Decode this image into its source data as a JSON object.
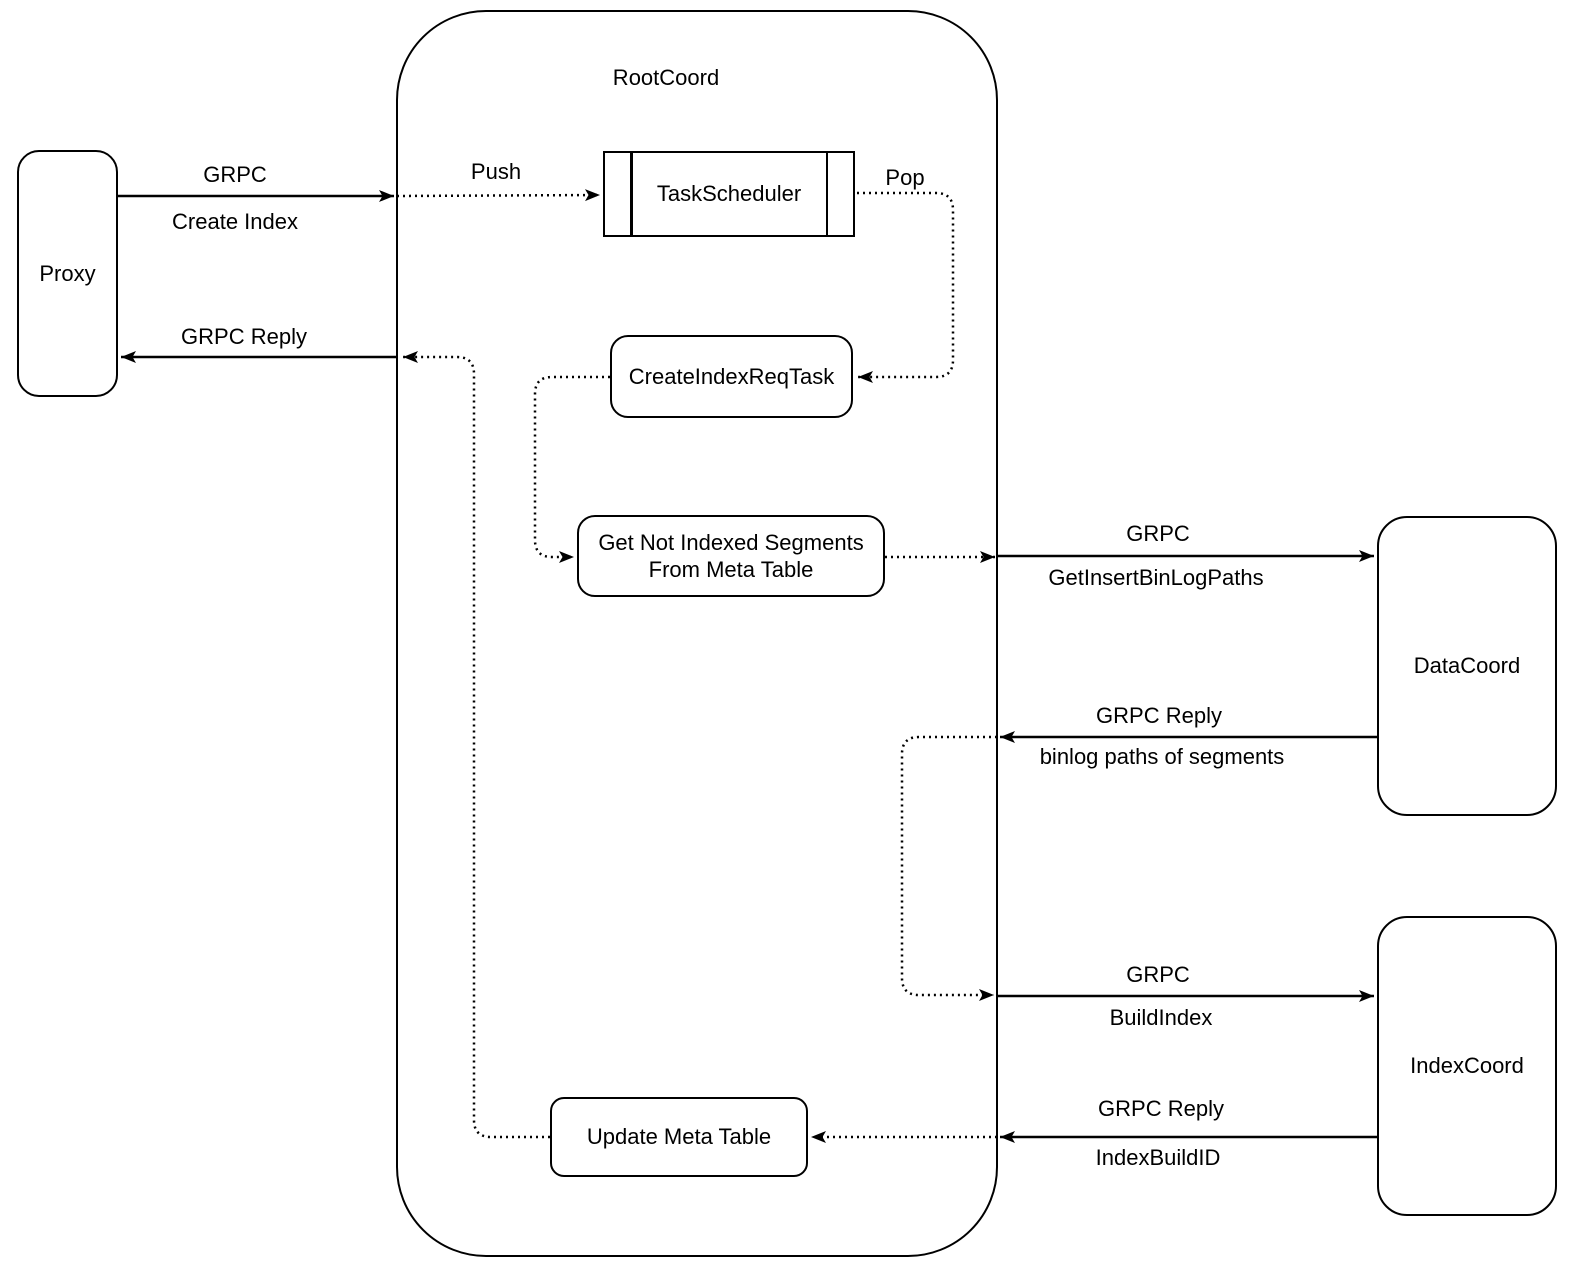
{
  "diagram": {
    "colors": {
      "stroke": "#000000",
      "background": "#ffffff"
    },
    "nodes": {
      "proxy": {
        "label": "Proxy"
      },
      "rootcoord": {
        "label": "RootCoord"
      },
      "task_scheduler": {
        "label": "TaskScheduler"
      },
      "create_index_req_task": {
        "label": "CreateIndexReqTask"
      },
      "get_not_indexed_segments": {
        "line1": "Get Not Indexed Segments",
        "line2": "From Meta Table"
      },
      "update_meta_table": {
        "label": "Update Meta Table"
      },
      "datacoord": {
        "label": "DataCoord"
      },
      "indexcoord": {
        "label": "IndexCoord"
      }
    },
    "edges": {
      "grpc_create_index": {
        "line1": "GRPC",
        "line2": "Create Index"
      },
      "grpc_reply_to_proxy": {
        "label": "GRPC Reply"
      },
      "push": {
        "label": "Push"
      },
      "pop": {
        "label": "Pop"
      },
      "grpc_get_insert_binlog": {
        "line1": "GRPC",
        "line2": "GetInsertBinLogPaths"
      },
      "grpc_reply_binlog_paths": {
        "line1": "GRPC Reply",
        "line2": "binlog paths of segments"
      },
      "grpc_build_index": {
        "line1": "GRPC",
        "line2": "BuildIndex"
      },
      "grpc_reply_index_build_id": {
        "line1": "GRPC Reply",
        "line2": "IndexBuildID"
      }
    }
  }
}
